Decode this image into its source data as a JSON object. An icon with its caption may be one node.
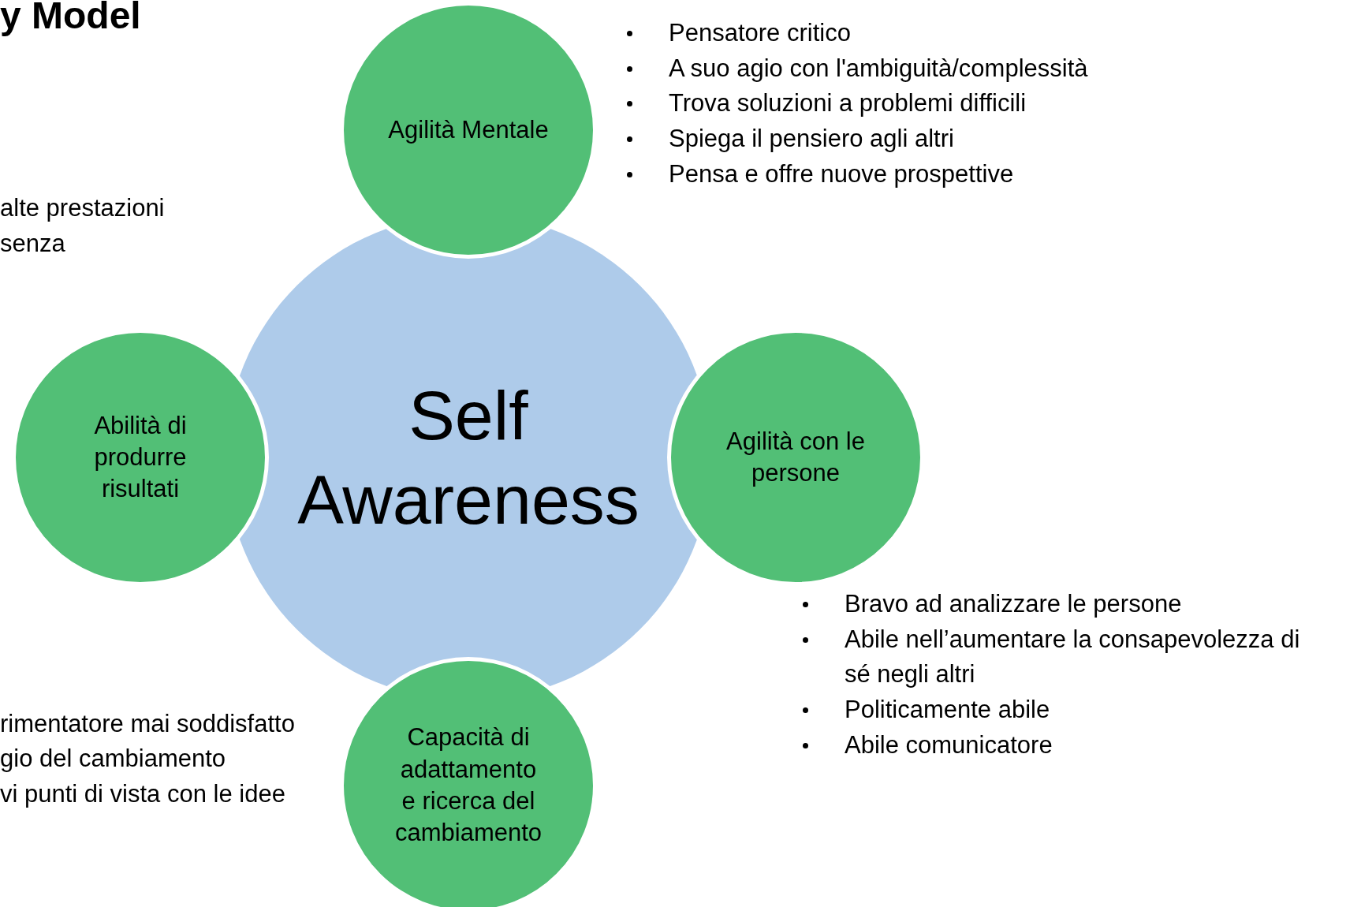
{
  "diagram": {
    "nodes": [
      {
        "text": [
          "Self Awareness"
        ]
      },
      {
        "text": [
          "Agilità Mentale"
        ],
        "beside": [
          "Pensatore critico",
          "A suo agio con l'ambiguità/complessità",
          "Trova soluzioni a problemi difficili",
          "Spiega il pensiero agli altri",
          "Pensa e offre nuove prospettive"
        ]
      },
      {
        "text": [
          "Abilità di produrre risultati"
        ]
      },
      {
        "text": [
          "Agilità con le persone"
        ],
        "beside": [
          "Bravo ad analizzare le persone",
          "Abile nell’aumentare la consapevolezza di sé negli altri",
          "Politicamente abile",
          "Abile comunicatore"
        ]
      },
      {
        "text": [
          "Capacità di adattamento e ricerca del cambiamento"
        ]
      }
    ],
    "labels": [
      "y Model",
      "alte prestazioni",
      "senza",
      "rimentatore mai soddisfatto",
      "gio del cambiamento",
      "vi punti di vista con le idee"
    ]
  }
}
